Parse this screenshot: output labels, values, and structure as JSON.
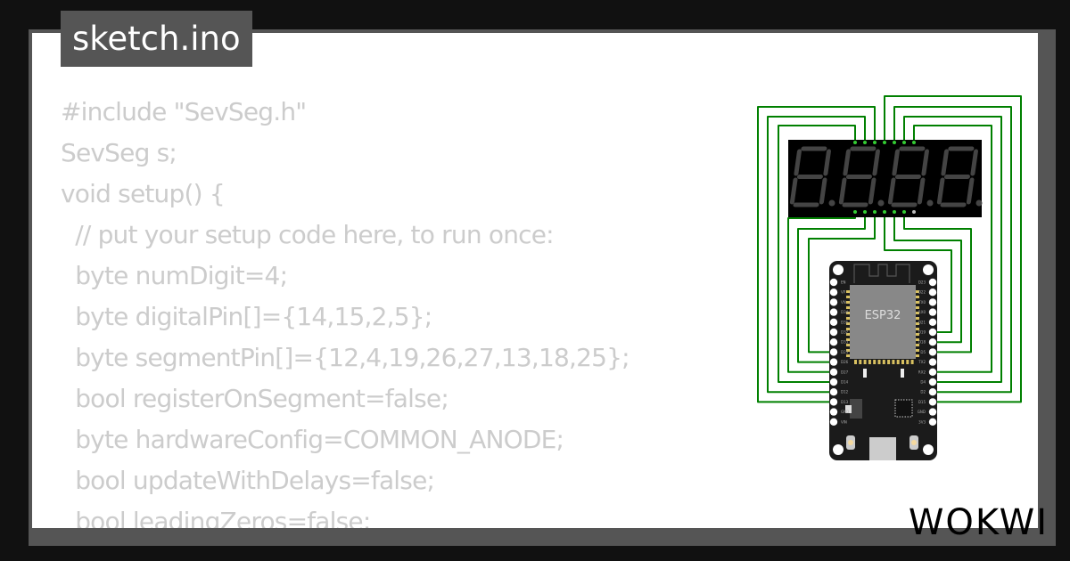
{
  "file_tab": {
    "label": "sketch.ino"
  },
  "code_lines": [
    "#include \"SevSeg.h\"",
    "SevSeg s;",
    "void setup() {",
    "  // put your setup code here, to run once:",
    "  byte numDigit=4;",
    "  byte digitalPin[]={14,15,2,5};",
    "  byte segmentPin[]={12,4,19,26,27,13,18,25};",
    "  bool registerOnSegment=false;",
    "  byte hardwareConfig=COMMON_ANODE;",
    "  bool updateWithDelays=false;",
    "  bool leadingZeros=false;"
  ],
  "board": {
    "chip_label": "ESP32",
    "left_pins": [
      "EN",
      "VP",
      "VN",
      "D34",
      "D35",
      "D32",
      "D33",
      "D25",
      "D26",
      "D27",
      "D14",
      "D12",
      "D13",
      "GND",
      "VIN"
    ],
    "right_pins": [
      "D23",
      "D22",
      "TX0",
      "RX0",
      "D21",
      "D19",
      "D18",
      "D5",
      "TX2",
      "RX2",
      "D4",
      "D2",
      "D15",
      "GND",
      "3V3"
    ]
  },
  "display": {
    "digits": 4
  },
  "colors": {
    "wire": "#008000",
    "background": "#111111",
    "tab": "#555555",
    "code_text": "#cccccc"
  },
  "logo": {
    "text": "WOKWI"
  }
}
